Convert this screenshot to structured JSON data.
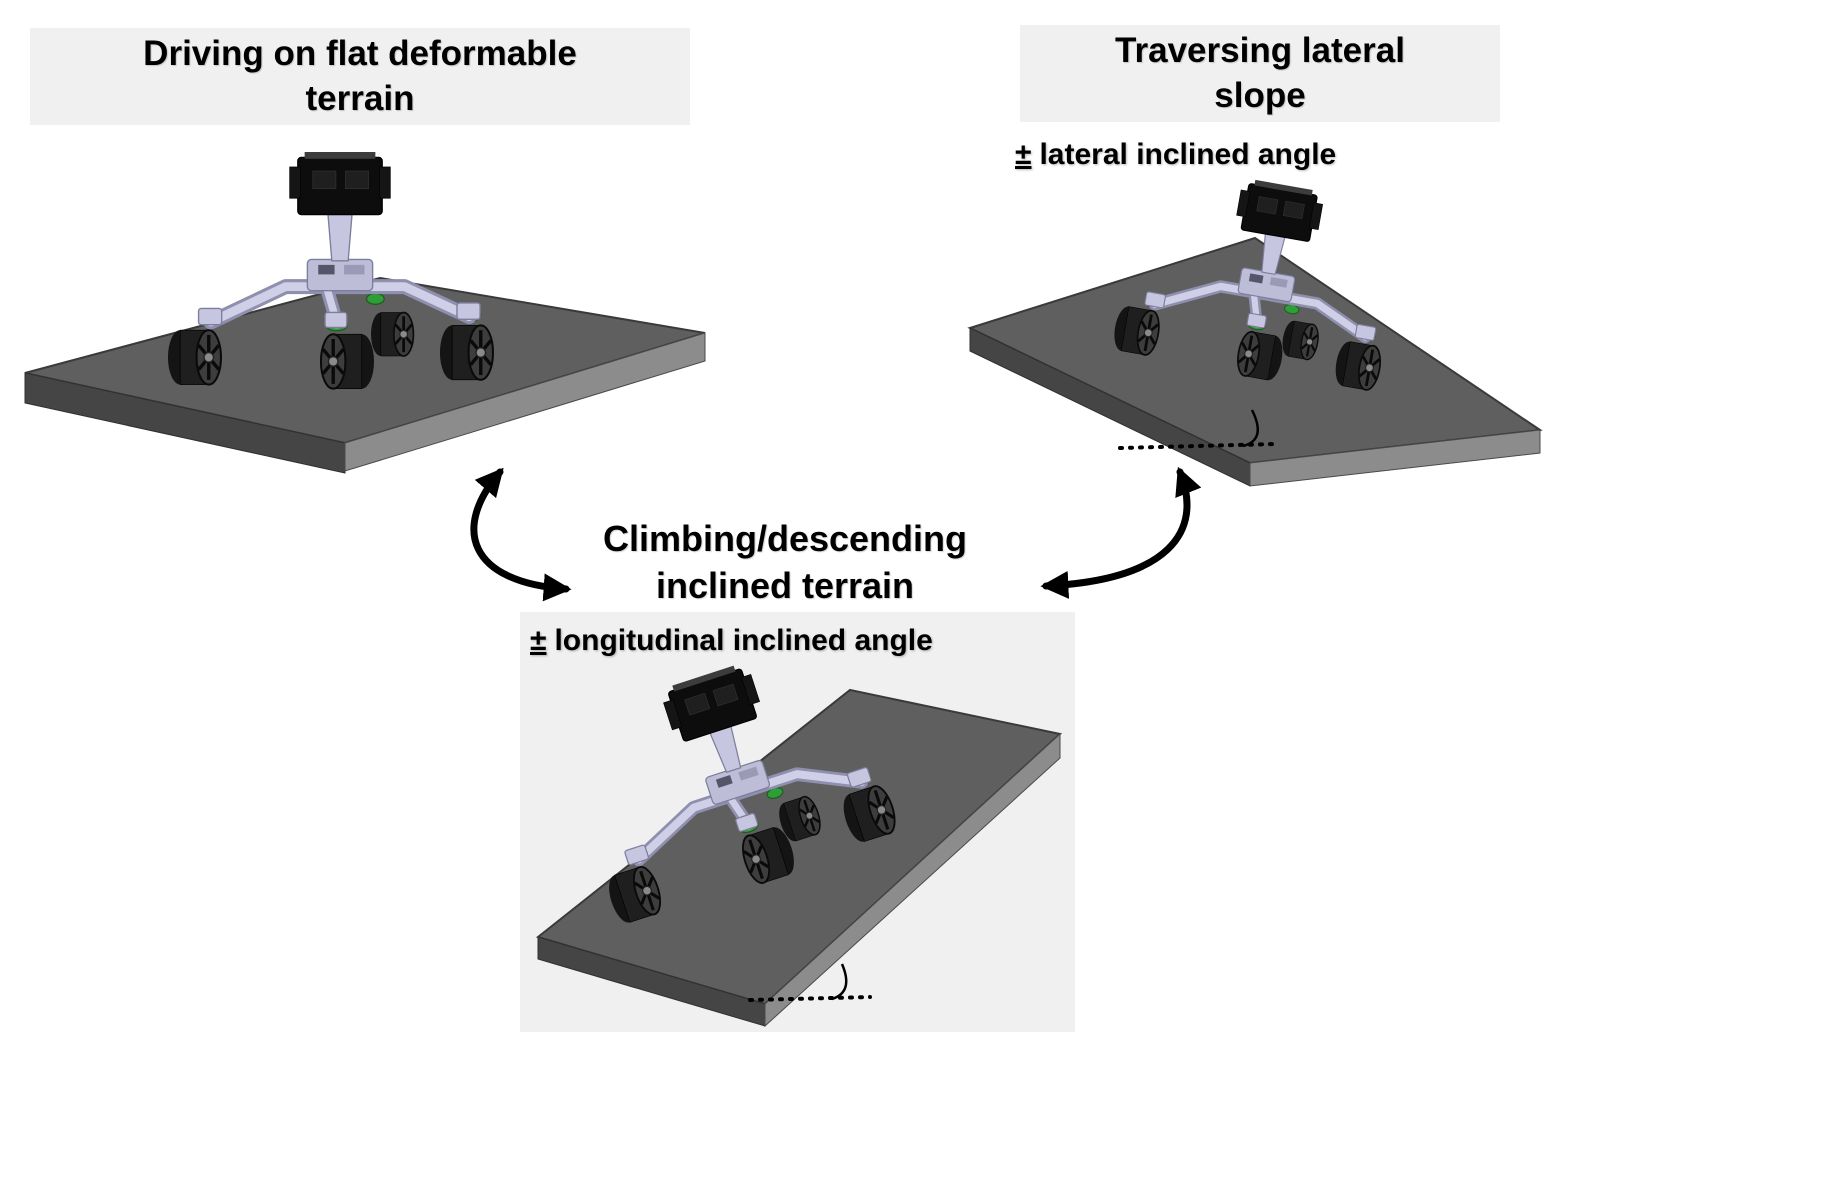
{
  "figure": {
    "background": "#ffffff",
    "panel_background": "#f0f0f0",
    "slab_top_color": "#5f5f5f",
    "slab_dark_side_color": "#454545",
    "slab_light_side_color": "#8c8c8c",
    "rover_frame_color": "#c6c6e0",
    "rover_head_color": "#0d0d0d",
    "accent_green": "#2f9e36",
    "arrow_color": "#000000"
  },
  "scenes": {
    "flat": {
      "title_line1": "Driving on flat deformable",
      "title_line2": "terrain"
    },
    "lateral": {
      "title_line1": "Traversing lateral",
      "title_line2": "slope",
      "angle_pm": "±",
      "angle_text": "lateral inclined angle"
    },
    "inclined": {
      "title_line1": "Climbing/descending",
      "title_line2": "inclined terrain",
      "angle_pm": "±",
      "angle_text": "longitudinal inclined angle"
    }
  }
}
